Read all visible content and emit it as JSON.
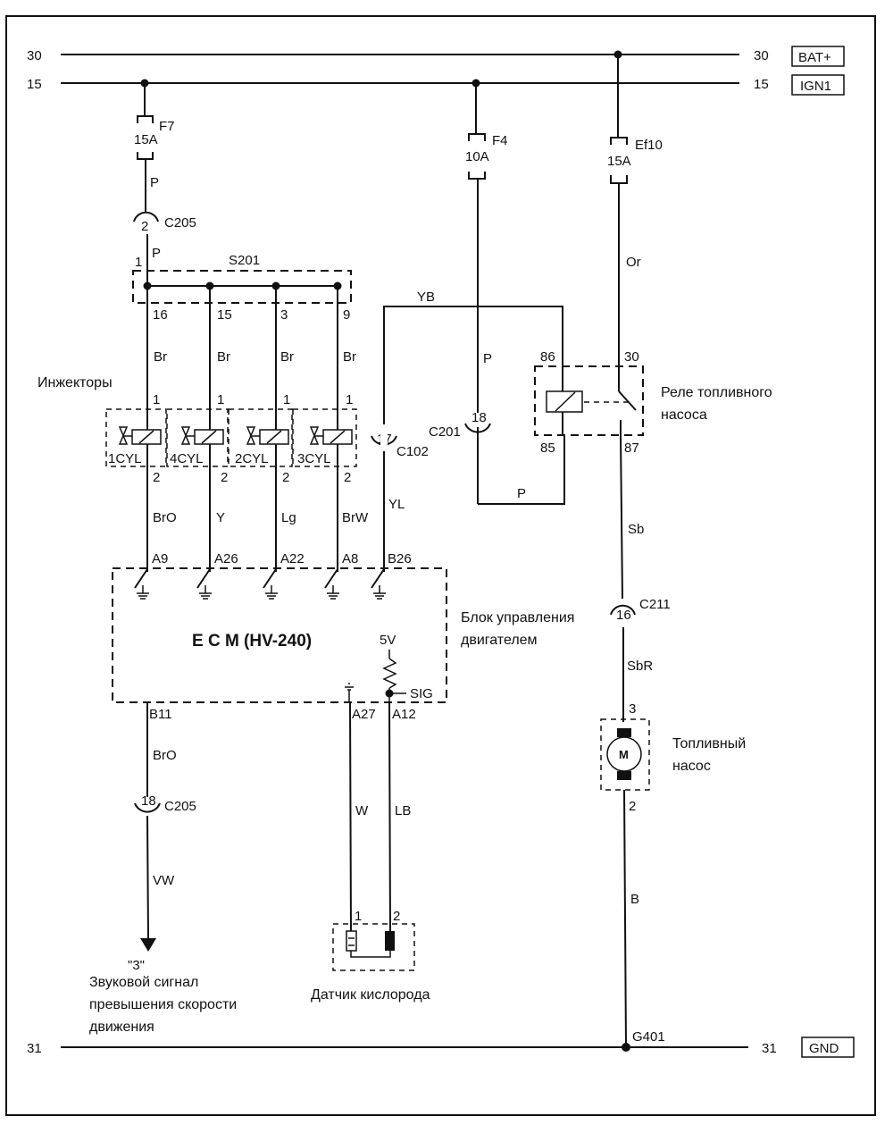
{
  "bus": {
    "line30": {
      "left_label": "30",
      "right_label": "30",
      "tag": "BAT+"
    },
    "line15": {
      "left_label": "15",
      "right_label": "15",
      "tag": "IGN1"
    },
    "line31": {
      "left_label": "31",
      "right_label": "31",
      "tag": "GND"
    }
  },
  "fuses": {
    "f7": {
      "name": "F7",
      "rating": "15A"
    },
    "f4": {
      "name": "F4",
      "rating": "10A"
    },
    "ef10": {
      "name": "Ef10",
      "rating": "15A"
    }
  },
  "connectors": {
    "c205_top": {
      "name": "C205",
      "pin": "2"
    },
    "c205_bottom": {
      "name": "C205",
      "pin": "18"
    },
    "c201": {
      "name": "C201",
      "pin": "18"
    },
    "c102": {
      "name": "C102",
      "pin": "17"
    },
    "c211": {
      "name": "C211",
      "pin": "16"
    }
  },
  "splice": {
    "name": "S201",
    "in_pin": "1",
    "out_pins": [
      "16",
      "15",
      "3",
      "9"
    ]
  },
  "wires": {
    "f7_out": "P",
    "splice_in": "P",
    "injector_feed": [
      "Br",
      "Br",
      "Br",
      "Br"
    ],
    "injector_out": [
      "BrO",
      "Y",
      "Lg",
      "BrW"
    ],
    "yb": "YB",
    "f4_out": "P",
    "relay_85": "P",
    "yl": "YL",
    "ef10_out": "Or",
    "relay_87": "Sb",
    "pump_feed": "SbR",
    "pump_ground": "B",
    "ecm_b11": "BrO",
    "vw": "VW",
    "o2_low": "W",
    "o2_sig": "LB"
  },
  "injectors": {
    "title": "Инжекторы",
    "items": [
      {
        "label": "1CYL",
        "pin_in": "1",
        "pin_out": "2"
      },
      {
        "label": "4CYL",
        "pin_in": "1",
        "pin_out": "2"
      },
      {
        "label": "2CYL",
        "pin_in": "1",
        "pin_out": "2"
      },
      {
        "label": "3CYL",
        "pin_in": "1",
        "pin_out": "2"
      }
    ]
  },
  "relay": {
    "title_line1": "Реле топливного",
    "title_line2": "насоса",
    "pins": {
      "p86": "86",
      "p85": "85",
      "p30": "30",
      "p87": "87"
    }
  },
  "ecm": {
    "title": "E   C   M (HV-240)",
    "desc_line1": "Блок управления",
    "desc_line2": "двигателем",
    "input_pins": [
      "A9",
      "A26",
      "A22",
      "A8",
      "B26"
    ],
    "b11": "B11",
    "a27": "A27",
    "a12": "A12",
    "vref": "5V",
    "sig": "SIG"
  },
  "pump": {
    "symbol": "M",
    "pin_in": "3",
    "pin_out": "2",
    "title_line1": "Топливный",
    "title_line2": "насос"
  },
  "o2_sensor": {
    "pin1": "1",
    "pin2": "2",
    "title": "Датчик кислорода"
  },
  "speed_warning": {
    "ref": "\"3\"",
    "line1": "Звуковой сигнал",
    "line2": "превышения скорости",
    "line3": "движения"
  },
  "ground": {
    "name": "G401"
  }
}
